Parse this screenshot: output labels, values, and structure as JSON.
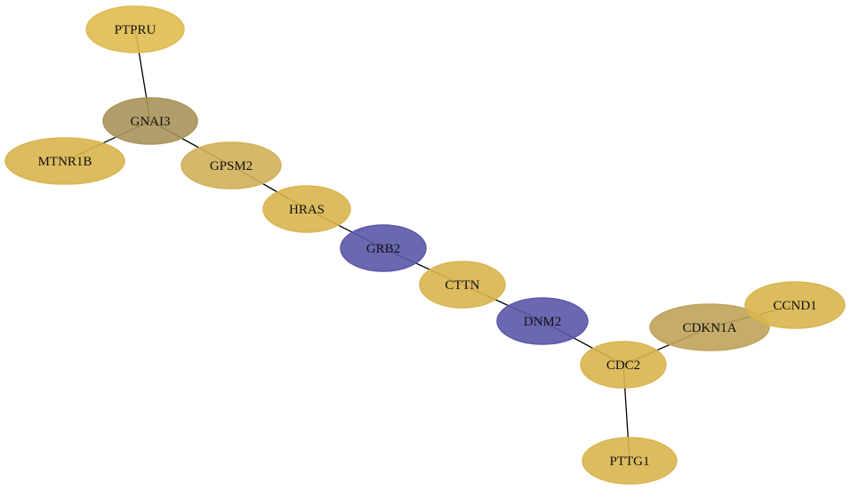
{
  "colors": {
    "gold": "#d9b54f",
    "gold_light": "#dfbb50",
    "gold_mid": "#d2b05a",
    "khaki_dark": "#a8935a",
    "khaki_mid": "#bfa35a",
    "blue": "#5b58a8",
    "edge": "#000000"
  },
  "nodes": [
    {
      "id": "PTPRU",
      "label": "PTPRU",
      "color": "gold_light"
    },
    {
      "id": "GNAI3",
      "label": "GNAI3",
      "color": "khaki_dark"
    },
    {
      "id": "MTNR1B",
      "label": "MTNR1B",
      "color": "gold"
    },
    {
      "id": "GPSM2",
      "label": "GPSM2",
      "color": "gold_mid"
    },
    {
      "id": "HRAS",
      "label": "HRAS",
      "color": "gold"
    },
    {
      "id": "GRB2",
      "label": "GRB2",
      "color": "blue"
    },
    {
      "id": "CTTN",
      "label": "CTTN",
      "color": "gold"
    },
    {
      "id": "DNM2",
      "label": "DNM2",
      "color": "blue"
    },
    {
      "id": "CDC2",
      "label": "CDC2",
      "color": "gold"
    },
    {
      "id": "CDKN1A",
      "label": "CDKN1A",
      "color": "khaki_mid"
    },
    {
      "id": "CCND1",
      "label": "CCND1",
      "color": "gold"
    },
    {
      "id": "PTTG1",
      "label": "PTTG1",
      "color": "gold"
    }
  ],
  "edges": [
    [
      "PTPRU",
      "GNAI3"
    ],
    [
      "GNAI3",
      "MTNR1B"
    ],
    [
      "GNAI3",
      "GPSM2"
    ],
    [
      "GPSM2",
      "HRAS"
    ],
    [
      "HRAS",
      "GRB2"
    ],
    [
      "GRB2",
      "CTTN"
    ],
    [
      "CTTN",
      "DNM2"
    ],
    [
      "DNM2",
      "CDC2"
    ],
    [
      "CDC2",
      "CDKN1A"
    ],
    [
      "CDKN1A",
      "CCND1"
    ],
    [
      "CDC2",
      "PTTG1"
    ]
  ]
}
